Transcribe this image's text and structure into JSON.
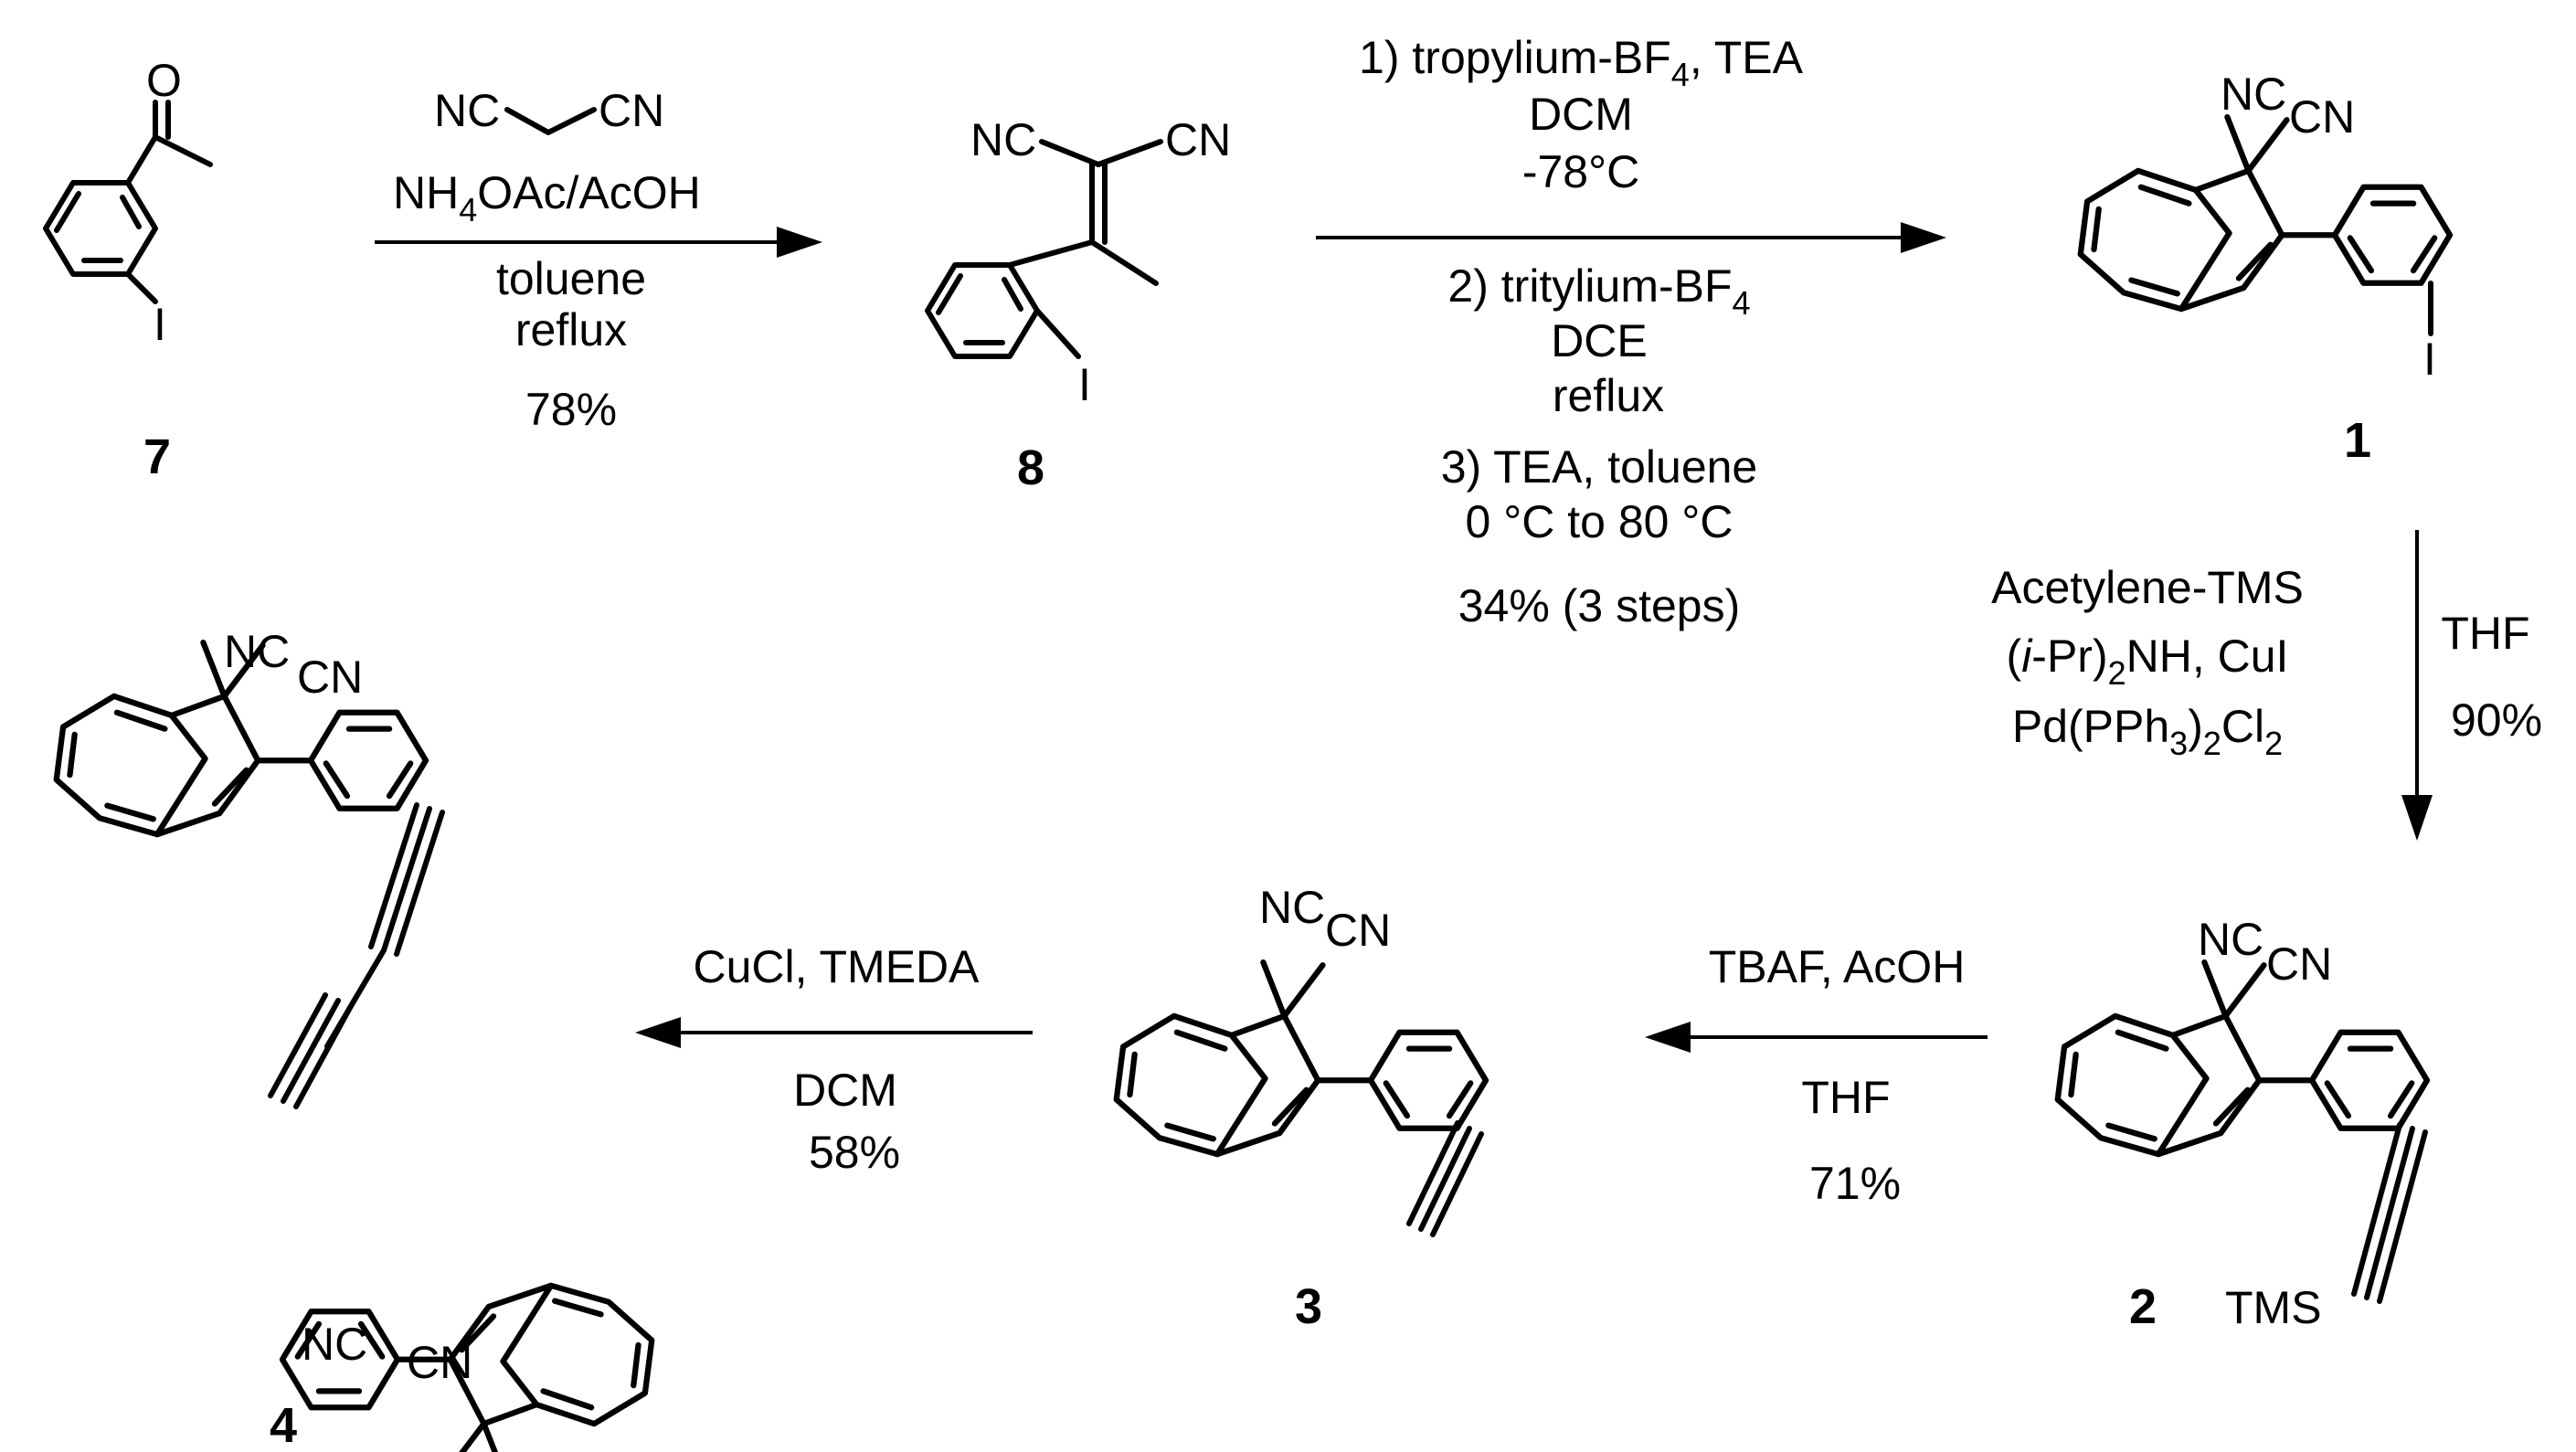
{
  "compounds": [
    {
      "id": "c7",
      "label": "7",
      "atoms": {
        "O": "O",
        "I": "I"
      }
    },
    {
      "id": "c8",
      "label": "8",
      "atoms": {
        "NC": "NC",
        "CN": "CN",
        "I": "I"
      }
    },
    {
      "id": "c1",
      "label": "1",
      "atoms": {
        "NC": "NC",
        "CN": "CN",
        "I": "I"
      }
    },
    {
      "id": "c2",
      "label": "2",
      "atoms": {
        "NC": "NC",
        "CN": "CN",
        "TMS": "TMS"
      }
    },
    {
      "id": "c3",
      "label": "3",
      "atoms": {
        "NC": "NC",
        "CN": "CN"
      }
    },
    {
      "id": "c4",
      "label": "4",
      "atoms": {
        "NC": "NC",
        "CN": "CN"
      }
    }
  ],
  "steps": {
    "s1": {
      "malononitrile_nc": "NC",
      "malononitrile_cn": "CN",
      "catalyst_main": "NH",
      "catalyst_sub": "4",
      "catalyst_rest": "OAc/AcOH",
      "solvent": "toluene",
      "temp": "reflux",
      "yield": "78%"
    },
    "s2": {
      "c1_main": "1) tropylium-BF",
      "c1_sub": "4",
      "c1_rest": ", TEA",
      "c1_solvent": "DCM",
      "c1_temp": "-78°C",
      "c2_main": "2) tritylium-BF",
      "c2_sub": "4",
      "c2_solvent": "DCE",
      "c2_temp": "reflux",
      "c3_main": "3) TEA, toluene",
      "c3_temp": "0 °C to 80 °C",
      "yield": "34% (3 steps)"
    },
    "s3": {
      "reagent": "Acetylene-TMS",
      "base_open": "(",
      "base_ital": "i",
      "base_mid": "-Pr)",
      "base_sub": "2",
      "base_rest": "NH, CuI",
      "pd_a": "Pd(PPh",
      "pd_sub1": "3",
      "pd_b": ")",
      "pd_sub2": "2",
      "pd_c": "Cl",
      "pd_sub3": "2",
      "solvent": "THF",
      "yield": "90%"
    },
    "s4": {
      "reagent": "TBAF, AcOH",
      "solvent": "THF",
      "yield": "71%"
    },
    "s5": {
      "reagent": "CuCl, TMEDA",
      "solvent": "DCM",
      "yield": "58%"
    }
  }
}
